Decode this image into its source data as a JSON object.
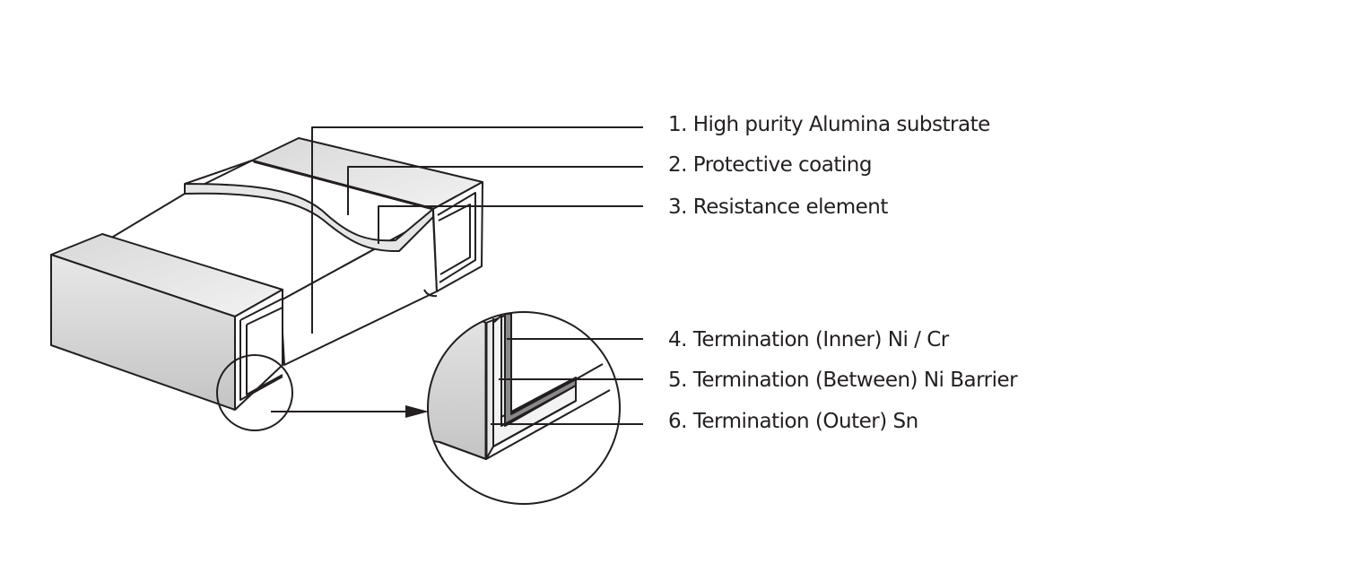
{
  "title": "Thick film chip resistor construction",
  "labels": [
    "1. High purity Alumina substrate",
    "2. Protective coating",
    "3. Resistance element",
    "4. Termination (Inner) Ni / Cr",
    "5. Termination (Between) Ni Barrier",
    "6. Termination (Outer) Sn"
  ],
  "colors": {
    "line": "#231f20",
    "terminal": "#d4d4d4",
    "coating": "#e6e6e6",
    "inner_layer": "#8a8a8a"
  }
}
